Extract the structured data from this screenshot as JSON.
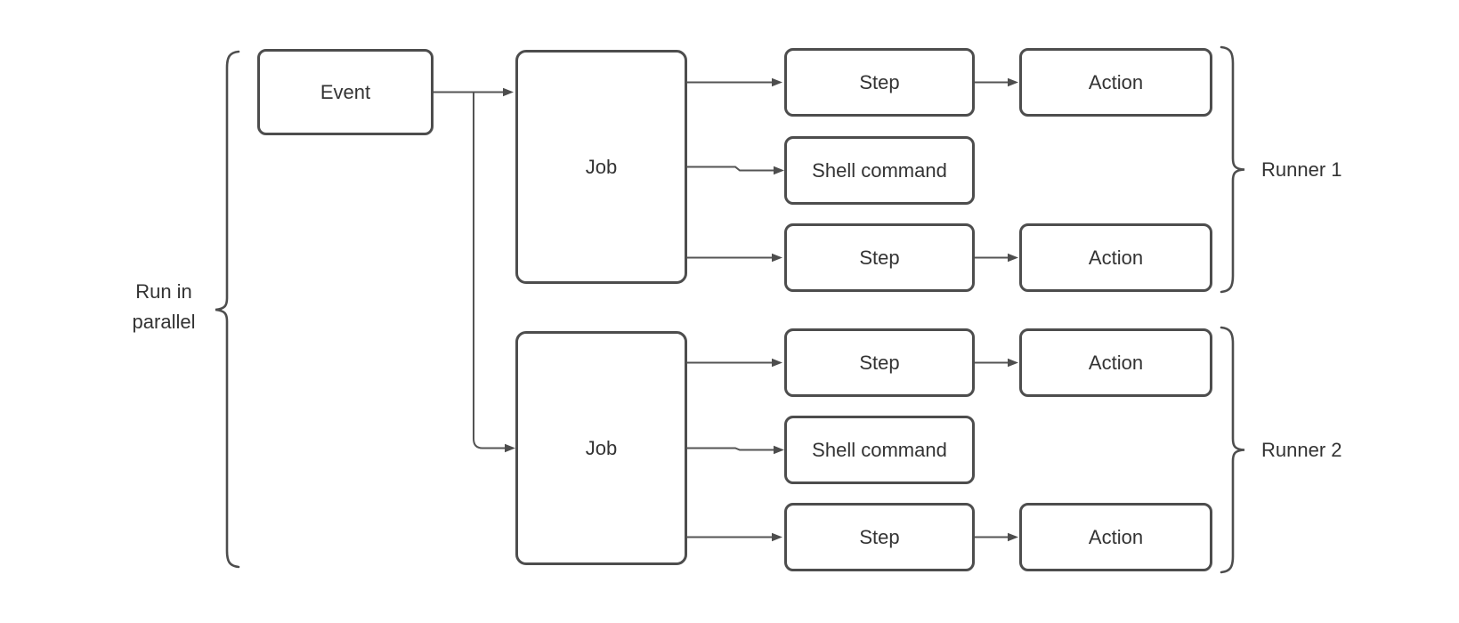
{
  "diagram": {
    "type": "flowchart",
    "colors": {
      "background": "#ffffff",
      "box_fill": "#ffffff",
      "box_border": "#4d4d4d",
      "connector": "#545454",
      "text": "#333333"
    },
    "nodes": {
      "event": "Event",
      "job_1": "Job",
      "job_2": "Job",
      "runner1_step_1": "Step",
      "runner1_shell_command": "Shell command",
      "runner1_step_2": "Step",
      "runner1_action_1": "Action",
      "runner1_action_2": "Action",
      "runner2_step_1": "Step",
      "runner2_shell_command": "Shell command",
      "runner2_step_2": "Step",
      "runner2_action_1": "Action",
      "runner2_action_2": "Action"
    },
    "annotations": {
      "left_brace_line1": "Run in",
      "left_brace_line2": "parallel",
      "runner_1": "Runner 1",
      "runner_2": "Runner 2"
    }
  }
}
